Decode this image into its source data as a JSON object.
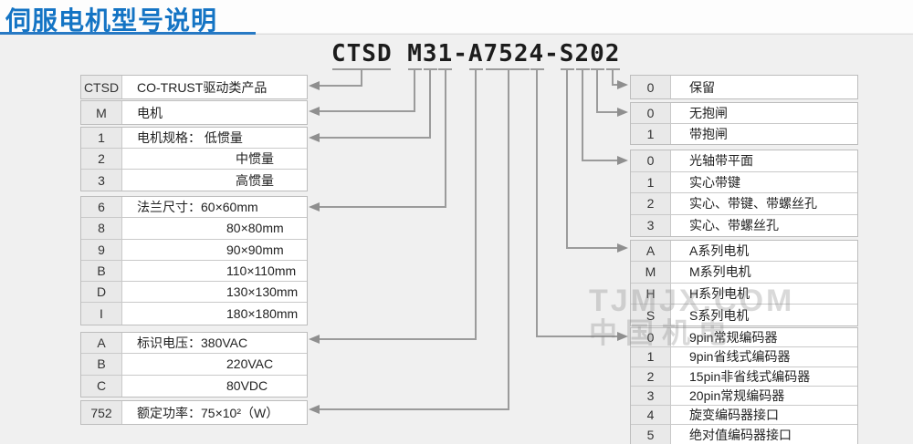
{
  "header": {
    "title": "伺服电机型号说明"
  },
  "model": {
    "text": "CTSD M31-A7524-S202"
  },
  "left_tables": [
    {
      "id": "product",
      "rows": [
        {
          "key": "CTSD",
          "label": "CO-TRUST驱动类产品"
        }
      ]
    },
    {
      "id": "motor",
      "rows": [
        {
          "key": "M",
          "label": "电机"
        }
      ]
    },
    {
      "id": "spec",
      "rows": [
        {
          "key": "1",
          "label": "电机规格： 低惯量"
        },
        {
          "key": "2",
          "label": "中惯量",
          "indent": true
        },
        {
          "key": "3",
          "label": "高惯量",
          "indent": true
        }
      ]
    },
    {
      "id": "flange",
      "rows": [
        {
          "key": "6",
          "label": "法兰尺寸：60×60mm"
        },
        {
          "key": "8",
          "label": "80×80mm",
          "indent": true
        },
        {
          "key": "9",
          "label": "90×90mm",
          "indent": true
        },
        {
          "key": "B",
          "label": "110×110mm",
          "indent": true
        },
        {
          "key": "D",
          "label": "130×130mm",
          "indent": true
        },
        {
          "key": "I",
          "label": "180×180mm",
          "indent": true
        }
      ]
    },
    {
      "id": "voltage",
      "rows": [
        {
          "key": "A",
          "label": "标识电压：380VAC"
        },
        {
          "key": "B",
          "label": "220VAC",
          "indent": true
        },
        {
          "key": "C",
          "label": "80VDC",
          "indent": true
        }
      ]
    },
    {
      "id": "power",
      "rows": [
        {
          "key": "752",
          "label": "额定功率：75×10²（W）"
        }
      ]
    }
  ],
  "right_tables": [
    {
      "id": "reserved",
      "rows": [
        {
          "key": "0",
          "label": "保留"
        }
      ]
    },
    {
      "id": "brake",
      "rows": [
        {
          "key": "0",
          "label": "无抱闸"
        },
        {
          "key": "1",
          "label": "带抱闸"
        }
      ]
    },
    {
      "id": "shaft",
      "rows": [
        {
          "key": "0",
          "label": "光轴带平面"
        },
        {
          "key": "1",
          "label": "实心带键"
        },
        {
          "key": "2",
          "label": "实心、带键、带螺丝孔"
        },
        {
          "key": "3",
          "label": "实心、带螺丝孔"
        }
      ]
    },
    {
      "id": "series",
      "rows": [
        {
          "key": "A",
          "label": "A系列电机"
        },
        {
          "key": "M",
          "label": "M系列电机"
        },
        {
          "key": "H",
          "label": "H系列电机"
        },
        {
          "key": "S",
          "label": "S系列电机"
        }
      ]
    },
    {
      "id": "encoder",
      "rows": [
        {
          "key": "0",
          "label": "9pin常规编码器"
        },
        {
          "key": "1",
          "label": "9pin省线式编码器"
        },
        {
          "key": "2",
          "label": "15pin非省线式编码器"
        },
        {
          "key": "3",
          "label": "20pin常规编码器"
        },
        {
          "key": "4",
          "label": "旋变编码器接口"
        },
        {
          "key": "5",
          "label": "绝对值编码器接口"
        }
      ]
    }
  ],
  "watermark": {
    "line1": "TJMJX.COM",
    "line2": "中国机电"
  },
  "colors": {
    "title_blue": "#1474c4",
    "accent_rule": "#2779c4",
    "connector_gray": "#9b9b9b",
    "arrow_gray": "#8f8f8f",
    "table_border": "#bdbdbd",
    "key_cell_bg": "#e9e9e9",
    "page_bg": "#f0f0f0"
  }
}
